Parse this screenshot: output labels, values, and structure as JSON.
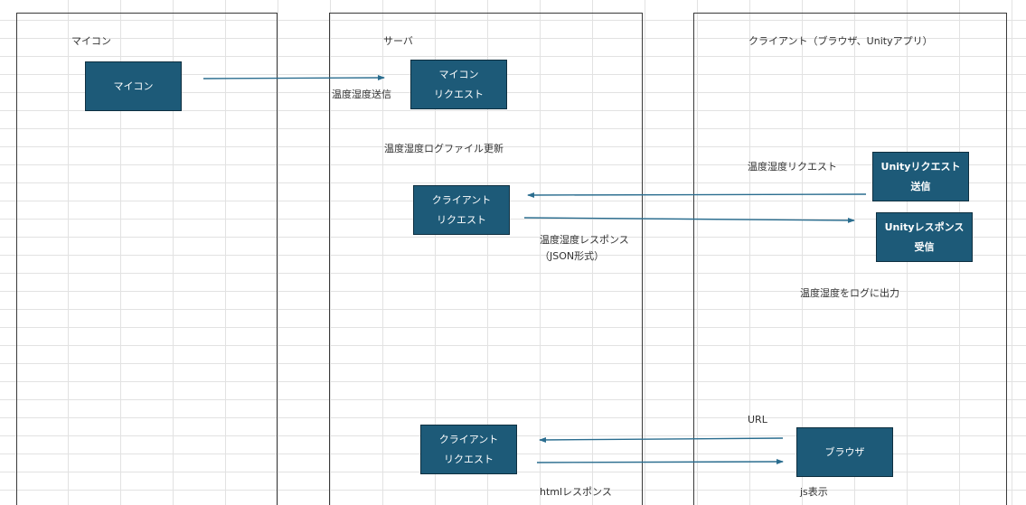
{
  "lanes": {
    "microcontroller": {
      "label": "マイコン"
    },
    "server": {
      "label": "サーバ"
    },
    "client": {
      "label": "クライアント（ブラウザ、Unityアプリ）"
    }
  },
  "boxes": {
    "microcontroller_node": {
      "lines": [
        "マイコン"
      ]
    },
    "server_micon_request": {
      "lines": [
        "マイコン",
        "リクエスト"
      ]
    },
    "server_client_request_1": {
      "lines": [
        "クライアント",
        "リクエスト"
      ]
    },
    "server_client_request_2": {
      "lines": [
        "クライアント",
        "リクエスト"
      ]
    },
    "unity_request_send": {
      "lines": [
        "Unityリクエスト",
        "送信"
      ]
    },
    "unity_response_receive": {
      "lines": [
        "Unityレスポンス",
        "受信"
      ]
    },
    "browser": {
      "lines": [
        "ブラウザ"
      ]
    }
  },
  "notes": {
    "temp_humidity_send": "温度湿度送信",
    "log_file_update": "温度湿度ログファイル更新",
    "temp_humidity_request": "温度湿度リクエスト",
    "temp_humidity_response": [
      "温度湿度レスポンス",
      "（JSON形式）"
    ],
    "log_output": "温度湿度をログに出力",
    "url": "URL",
    "html_response": "htmlレスポンス",
    "js_display": "js表示"
  },
  "colors": {
    "box_fill": "#1d5a78",
    "box_border": "#0e2f40",
    "arrow": "#2a6d8f"
  }
}
